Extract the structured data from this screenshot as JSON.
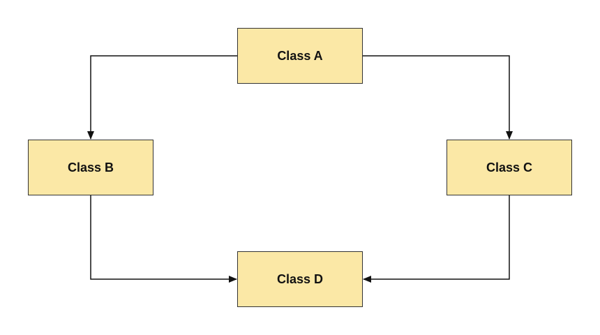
{
  "colors": {
    "node_fill": "#fbe8a6",
    "node_border": "#333333",
    "connector": "#111111"
  },
  "nodes": {
    "a": {
      "label": "Class A"
    },
    "b": {
      "label": "Class B"
    },
    "c": {
      "label": "Class C"
    },
    "d": {
      "label": "Class D"
    }
  },
  "edges": [
    {
      "from": "Class A",
      "to": "Class B"
    },
    {
      "from": "Class A",
      "to": "Class C"
    },
    {
      "from": "Class B",
      "to": "Class D"
    },
    {
      "from": "Class C",
      "to": "Class D"
    }
  ]
}
